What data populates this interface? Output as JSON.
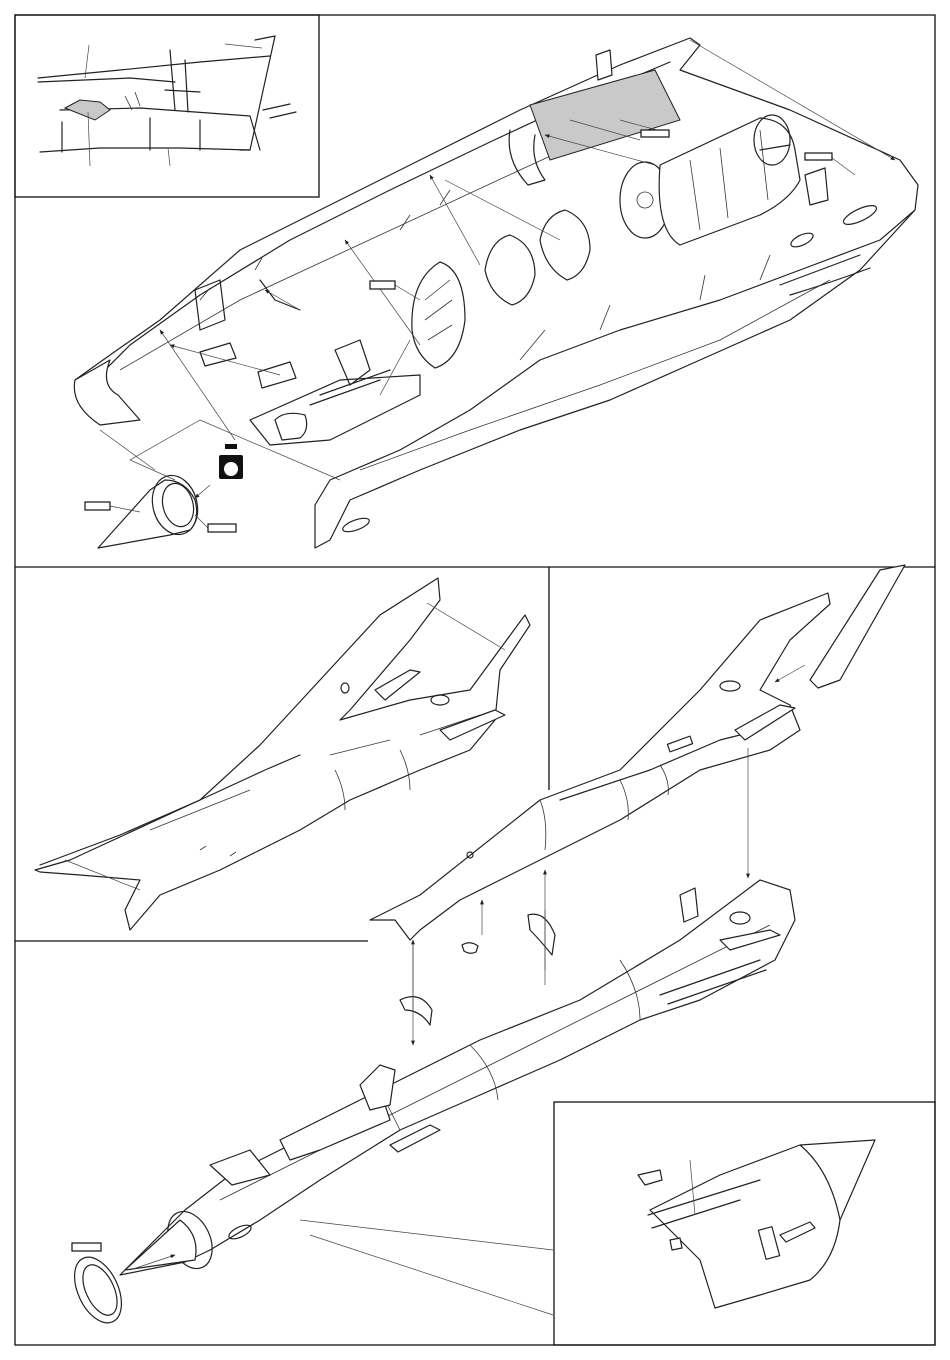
{
  "sheet": {
    "background": "#ffffff",
    "ink": "#222222",
    "shade": "#c9c9c9"
  },
  "panels": [
    {
      "name": "step-cockpit-and-intake"
    },
    {
      "name": "step-fuselage-halves"
    },
    {
      "name": "step-final-assembly"
    }
  ],
  "icons": {
    "weight_symbol": "nose-weight-icon"
  },
  "callouts": {
    "top_panel": [
      "",
      "",
      "",
      "",
      ""
    ],
    "bottom_panel": [
      ""
    ]
  }
}
